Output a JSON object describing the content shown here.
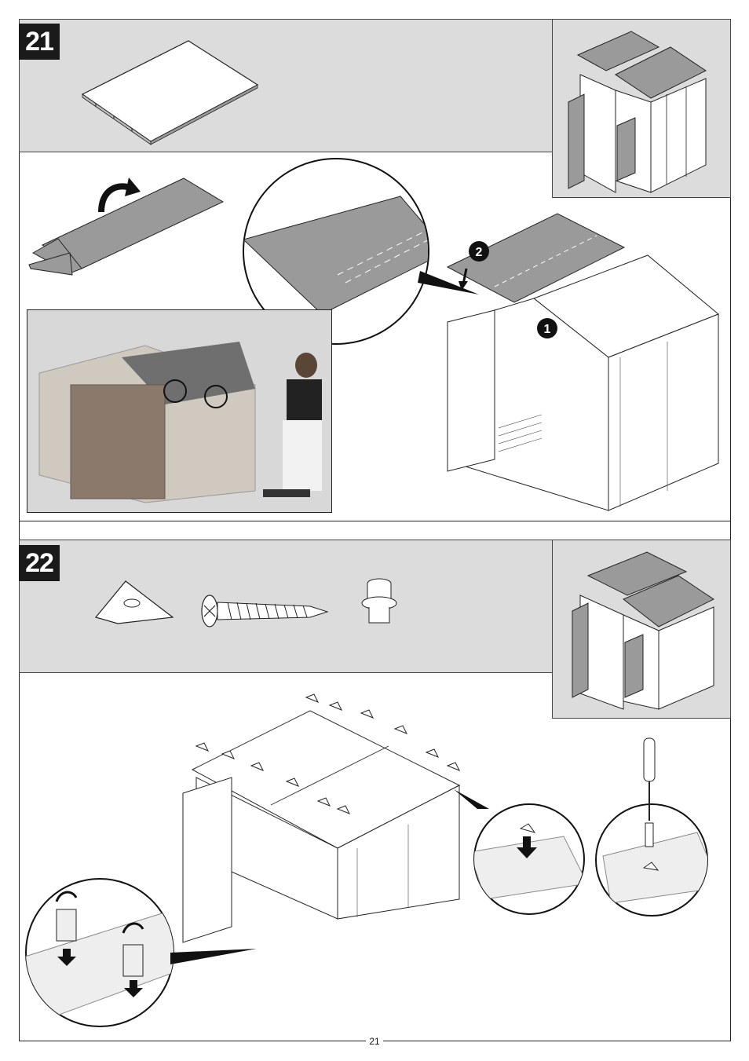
{
  "steps": [
    {
      "number": "21",
      "callouts": [
        "1",
        "2"
      ]
    },
    {
      "number": "22"
    }
  ],
  "page_number": "21",
  "colors": {
    "band_gray": "#dcdcdc",
    "badge": "#1a1a1a",
    "panel_gray": "#9a9a9a"
  },
  "icons": [
    "rotate-arrow-icon",
    "down-arrow-icon",
    "screw-icon",
    "screwdriver-icon",
    "triangle-cap-icon",
    "plug-icon"
  ]
}
